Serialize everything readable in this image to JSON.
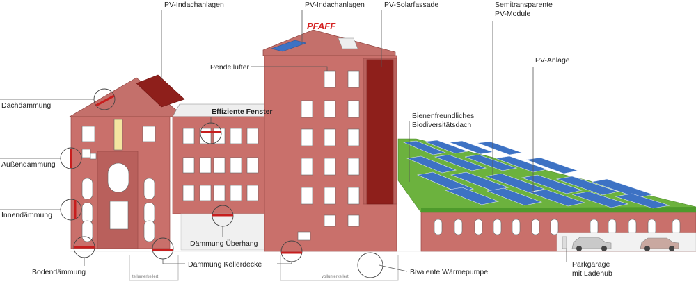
{
  "brand_sign": "PFAFF",
  "labels": {
    "pv_indach_1": "PV-Indachanlagen",
    "pv_indach_2": "PV-Indachanlagen",
    "pv_solarfassade": "PV-Solarfassade",
    "semitransparente_line1": "Semitransparente",
    "semitransparente_line2": "PV-Module",
    "pv_anlage": "PV-Anlage",
    "pendelluefter": "Pendellüfter",
    "effiziente_fenster": "Effiziente Fenster",
    "biodiv_line1": "Bienenfreundliches",
    "biodiv_line2": "Biodiversitätsdach",
    "dachdaemmung": "Dachdämmung",
    "aussendaemmung": "Außendämmung",
    "innendaemmung": "Innendämmung",
    "bodendaemmung": "Bodendämmung",
    "daemmung_ueberhang": "Dämmung Überhang",
    "daemmung_kellerdecke": "Dämmung Kellerdecke",
    "bivalente_waermepumpe": "Bivalente Wärmepumpe",
    "parkgarage_line1": "Parkgarage",
    "parkgarage_line2": "mit Ladehub",
    "teilunterkellert": "teilunterkellert",
    "vollunterkellert": "vollunterkellert"
  },
  "colors": {
    "brick": "#c9706b",
    "brick_dark": "#b9605c",
    "insulation_red": "#c71e1e",
    "green_roof": "#6cb23e",
    "solar_blue": "#3d72c4",
    "solar_facade": "#8e1f1b",
    "sign_red": "#d42020"
  }
}
